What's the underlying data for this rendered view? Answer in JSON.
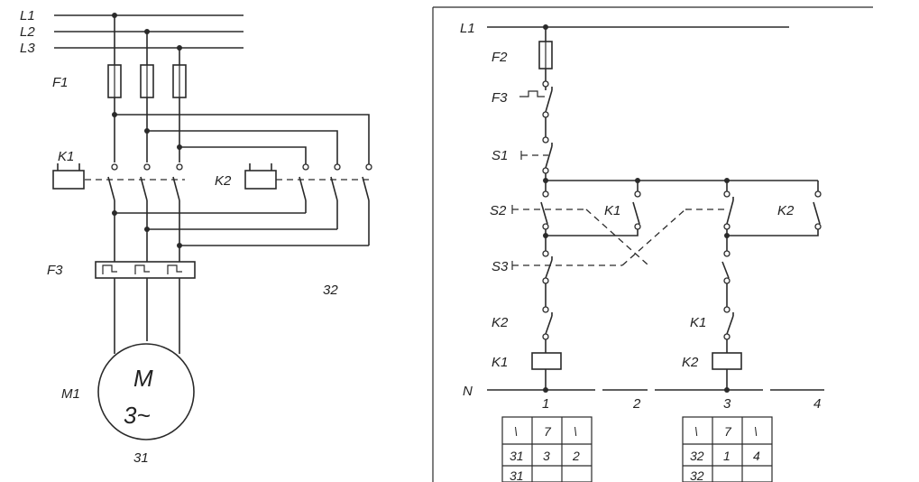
{
  "left": {
    "lines": [
      "L1",
      "L2",
      "L3"
    ],
    "fuse_label": "F1",
    "contactor1_label": "K1",
    "contactor2_label": "K2",
    "overload_label": "F3",
    "motor_label": "M1",
    "motor_symbol": "M",
    "motor_type": "3~",
    "motor_ref": "31",
    "ref_32": "32"
  },
  "right": {
    "supply_label": "L1",
    "neutral_label": "N",
    "fuse_label": "F2",
    "overload_label": "F3",
    "stop_label": "S1",
    "fwd_label": "S2",
    "rev_label": "S3",
    "k1_hold_label": "K1",
    "k2_hold_label": "K2",
    "k2_interlock_label": "K2",
    "k1_interlock_label": "K1",
    "coil1_label": "K1",
    "coil2_label": "K2",
    "path_numbers": [
      "1",
      "2",
      "3",
      "4"
    ],
    "table1": {
      "header": [
        "\\",
        "7",
        "\\"
      ],
      "row1": [
        "31",
        "3",
        "2"
      ],
      "row2": [
        "31",
        "",
        ""
      ]
    },
    "table2": {
      "header": [
        "\\",
        "7",
        "\\"
      ],
      "row1": [
        "32",
        "1",
        "4"
      ],
      "row2": [
        "32",
        "",
        ""
      ]
    }
  }
}
